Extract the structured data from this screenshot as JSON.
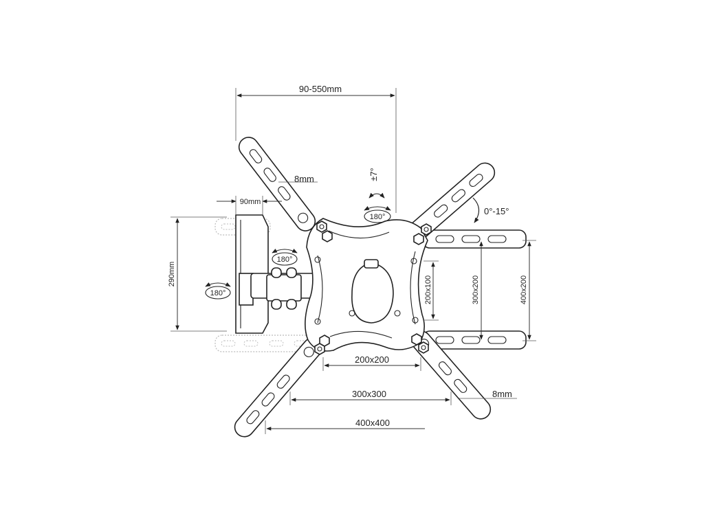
{
  "labels": {
    "arm_span": "90-550mm",
    "depth_min": "90mm",
    "height_travel": "290mm",
    "slot_width_top": "8mm",
    "slot_width_bottom": "8mm",
    "tilt_side": "±7°",
    "rotation_main": "180°",
    "rotation_arm_upper": "180°",
    "rotation_arm_left": "180°",
    "tilt_forward": "0°-15°",
    "vesa_200x100": "200x100",
    "vesa_300x200": "300x200",
    "vesa_400x200": "400x200",
    "vesa_200x200": "200x200",
    "vesa_300x300": "300x300",
    "vesa_400x400": "400x400"
  },
  "colors": {
    "line": "#222222",
    "ghost": "#bbbbbb",
    "background": "#ffffff"
  },
  "icons": {
    "rotation": "rotate-arrows-icon",
    "tilt": "tilt-arc-icon"
  }
}
